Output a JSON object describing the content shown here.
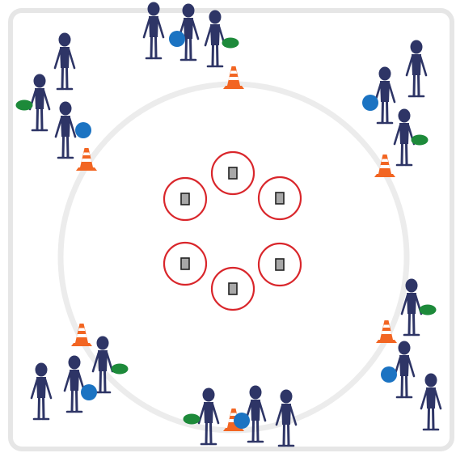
{
  "colors": {
    "board_border": "#e6e6e6",
    "board_fill": "#ffffff",
    "track": "#ececec",
    "player": "#2e3566",
    "ball_blue": "#1b73c2",
    "ball_green": "#1d8a3a",
    "cone_orange": "#f26522",
    "cone_stripe": "#ffffff",
    "target_ring": "#d9262b",
    "target_fill": "#ffffff",
    "target_marker": "#a8a8a8",
    "target_marker_stroke": "#222222"
  },
  "icons": {
    "player": "person-icon",
    "cone": "traffic-cone-icon",
    "ball": "ball-icon",
    "target": "target-zone-icon",
    "marker": "square-marker-icon"
  },
  "groups": [
    {
      "name": "top-group",
      "players": 3,
      "balls": [
        "blue",
        "green"
      ]
    },
    {
      "name": "top-left-group",
      "players": 3,
      "balls": [
        "green",
        "blue"
      ]
    },
    {
      "name": "top-right-group",
      "players": 3,
      "balls": [
        "blue",
        "green"
      ]
    },
    {
      "name": "right-group",
      "players": 3,
      "balls": [
        "green",
        "blue"
      ]
    },
    {
      "name": "bottom-left-group",
      "players": 3,
      "balls": [
        "green",
        "blue"
      ]
    },
    {
      "name": "bottom-group",
      "players": 3,
      "balls": [
        "green",
        "blue"
      ]
    }
  ],
  "cones": 6,
  "target_zones": 6
}
